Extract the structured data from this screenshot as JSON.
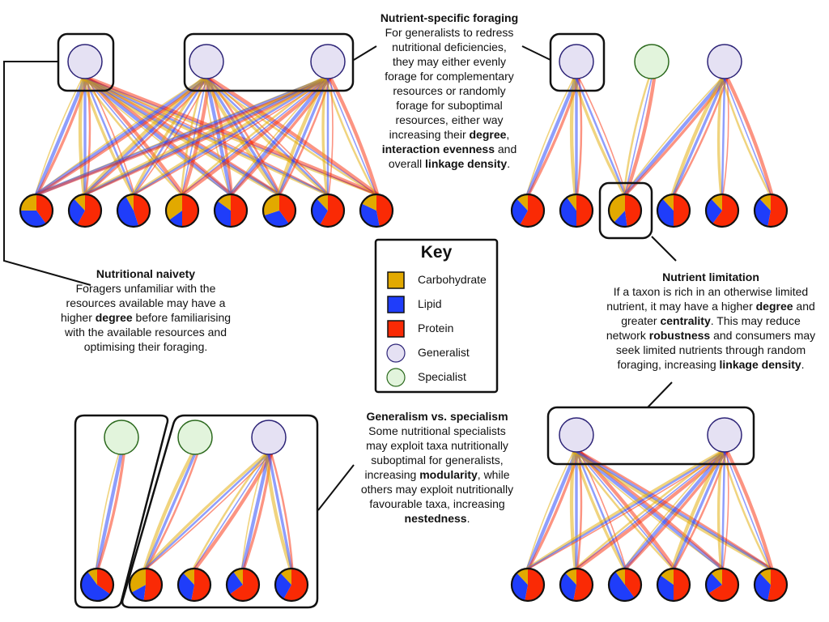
{
  "colors": {
    "carbohydrate": "#E2A900",
    "lipid": "#1F3DFA",
    "protein": "#FA2A05",
    "generalist_fill": "#E5E1F3",
    "generalist_stroke": "#2E2578",
    "specialist_fill": "#E2F4DC",
    "specialist_stroke": "#2C6A1E"
  },
  "key": {
    "title": "Key",
    "items": [
      {
        "label": "Carbohydrate",
        "icon": "square-swatch",
        "color": "#E2A900"
      },
      {
        "label": "Lipid",
        "icon": "square-swatch",
        "color": "#1F3DFA"
      },
      {
        "label": "Protein",
        "icon": "square-swatch",
        "color": "#FA2A05"
      },
      {
        "label": "Generalist",
        "icon": "circle-swatch",
        "color": "#E5E1F3"
      },
      {
        "label": "Specialist",
        "icon": "circle-swatch",
        "color": "#E2F4DC"
      }
    ]
  },
  "panels": [
    {
      "name": "nutritional-naivety",
      "consumers": [
        "generalist",
        "generalist",
        "generalist"
      ],
      "resources": [
        [
          0.25,
          0.35,
          0.4
        ],
        [
          0.12,
          0.3,
          0.58
        ],
        [
          0.08,
          0.47,
          0.45
        ],
        [
          0.35,
          0.15,
          0.5
        ],
        [
          0.15,
          0.35,
          0.5
        ],
        [
          0.3,
          0.3,
          0.4
        ],
        [
          0.12,
          0.3,
          0.58
        ],
        [
          0.18,
          0.35,
          0.47
        ]
      ],
      "links": "all"
    },
    {
      "name": "nutrient-limitation",
      "consumers": [
        "generalist",
        "specialist",
        "generalist"
      ],
      "resources": [
        [
          0.12,
          0.3,
          0.58
        ],
        [
          0.1,
          0.4,
          0.5
        ],
        [
          0.38,
          0.14,
          0.48
        ],
        [
          0.12,
          0.38,
          0.5
        ],
        [
          0.12,
          0.28,
          0.6
        ],
        [
          0.12,
          0.35,
          0.53
        ]
      ],
      "links": [
        [
          0,
          0
        ],
        [
          0,
          1
        ],
        [
          0,
          2
        ],
        [
          1,
          2
        ],
        [
          2,
          2
        ],
        [
          2,
          3
        ],
        [
          2,
          4
        ],
        [
          2,
          5
        ]
      ]
    },
    {
      "name": "generalism-vs-specialism",
      "consumers": [
        "specialist",
        "specialist",
        "generalist"
      ],
      "resources": [
        [
          0.1,
          0.55,
          0.35
        ],
        [
          0.33,
          0.15,
          0.52
        ],
        [
          0.12,
          0.35,
          0.53
        ],
        [
          0.1,
          0.25,
          0.65
        ],
        [
          0.12,
          0.3,
          0.58
        ]
      ],
      "links": [
        [
          0,
          0
        ],
        [
          1,
          1
        ],
        [
          2,
          1
        ],
        [
          2,
          2
        ],
        [
          2,
          3
        ],
        [
          2,
          4
        ]
      ]
    },
    {
      "name": "nutrient-specific-foraging",
      "consumers": [
        "generalist",
        "generalist"
      ],
      "resources": [
        [
          0.12,
          0.35,
          0.53
        ],
        [
          0.12,
          0.35,
          0.53
        ],
        [
          0.1,
          0.5,
          0.4
        ],
        [
          0.15,
          0.35,
          0.5
        ],
        [
          0.12,
          0.22,
          0.66
        ],
        [
          0.12,
          0.35,
          0.53
        ]
      ],
      "links": "all"
    }
  ],
  "callouts": {
    "foraging": {
      "title": "Nutrient-specific foraging",
      "lines": [
        [
          {
            "t": "For generalists to redress"
          }
        ],
        [
          {
            "t": "nutritional deficiencies,"
          }
        ],
        [
          {
            "t": "they may either evenly"
          }
        ],
        [
          {
            "t": "forage for complementary"
          }
        ],
        [
          {
            "t": "resources or randomly"
          }
        ],
        [
          {
            "t": "forage for suboptimal"
          }
        ],
        [
          {
            "t": "resources, either way"
          }
        ],
        [
          {
            "t": "increasing their "
          },
          {
            "t": "degree",
            "b": true
          },
          {
            "t": ","
          }
        ],
        [
          {
            "t": "interaction evenness",
            "b": true
          },
          {
            "t": " and"
          }
        ],
        [
          {
            "t": "overall "
          },
          {
            "t": "linkage density",
            "b": true
          },
          {
            "t": "."
          }
        ]
      ]
    },
    "naivety": {
      "title": "Nutritional naivety",
      "lines": [
        [
          {
            "t": "Foragers unfamiliar with the"
          }
        ],
        [
          {
            "t": "resources available may have a"
          }
        ],
        [
          {
            "t": "higher "
          },
          {
            "t": "degree",
            "b": true
          },
          {
            "t": " before familiarising"
          }
        ],
        [
          {
            "t": "with the available resources and"
          }
        ],
        [
          {
            "t": "optimising their foraging."
          }
        ]
      ]
    },
    "limitation": {
      "title": "Nutrient limitation",
      "lines": [
        [
          {
            "t": "If a taxon is rich in an otherwise limited"
          }
        ],
        [
          {
            "t": "nutrient, it may have a higher "
          },
          {
            "t": "degree",
            "b": true
          },
          {
            "t": " and"
          }
        ],
        [
          {
            "t": "greater "
          },
          {
            "t": "centrality",
            "b": true
          },
          {
            "t": ". This may reduce"
          }
        ],
        [
          {
            "t": "network "
          },
          {
            "t": "robustness",
            "b": true
          },
          {
            "t": " and consumers may"
          }
        ],
        [
          {
            "t": "seek limited nutrients through random"
          }
        ],
        [
          {
            "t": "foraging, increasing "
          },
          {
            "t": "linkage density",
            "b": true
          },
          {
            "t": "."
          }
        ]
      ]
    },
    "specialism": {
      "title": "Generalism vs. specialism",
      "lines": [
        [
          {
            "t": "Some nutritional specialists"
          }
        ],
        [
          {
            "t": "may exploit taxa nutritionally"
          }
        ],
        [
          {
            "t": "suboptimal for generalists,"
          }
        ],
        [
          {
            "t": "increasing "
          },
          {
            "t": "modularity",
            "b": true
          },
          {
            "t": ", while"
          }
        ],
        [
          {
            "t": "others may exploit nutritionally"
          }
        ],
        [
          {
            "t": "favourable taxa, increasing"
          }
        ],
        [
          {
            "t": "nestedness",
            "b": true
          },
          {
            "t": "."
          }
        ]
      ]
    }
  }
}
